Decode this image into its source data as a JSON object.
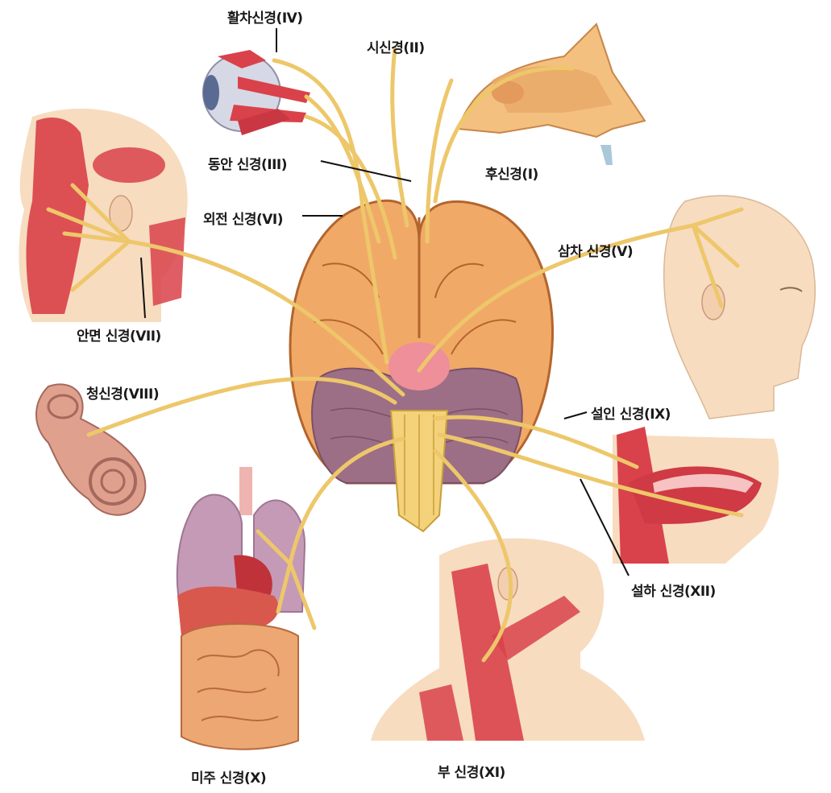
{
  "labels": {
    "trochlear": "활차신경(IV)",
    "optic": "시신경(II)",
    "oculomotor": "동안 신경(III)",
    "olfactory": "후신경(I)",
    "abducens": "외전 신경(VI)",
    "trigeminal": "삼차 신경(V)",
    "facial": "안면 신경(VII)",
    "vestibulocochlear": "청신경(VIII)",
    "glossopharyngeal": "설인 신경(IX)",
    "hypoglossal": "설하 신경(XII)",
    "vagus": "미주 신경(X)",
    "accessory": "부 신경(XI)"
  },
  "colors": {
    "nerve": "#edc76a",
    "nerve_outline": "#c9a24a",
    "brain": "#f1a968",
    "brain_outline": "#b3652c",
    "cerebellum": "#9c6f86",
    "brainstem": "#f3d27a",
    "muscle": "#d9424a",
    "skin": "#f7dcc0",
    "lung": "#c59ab6",
    "intestine": "#eda773",
    "ear": "#d89a8a"
  }
}
